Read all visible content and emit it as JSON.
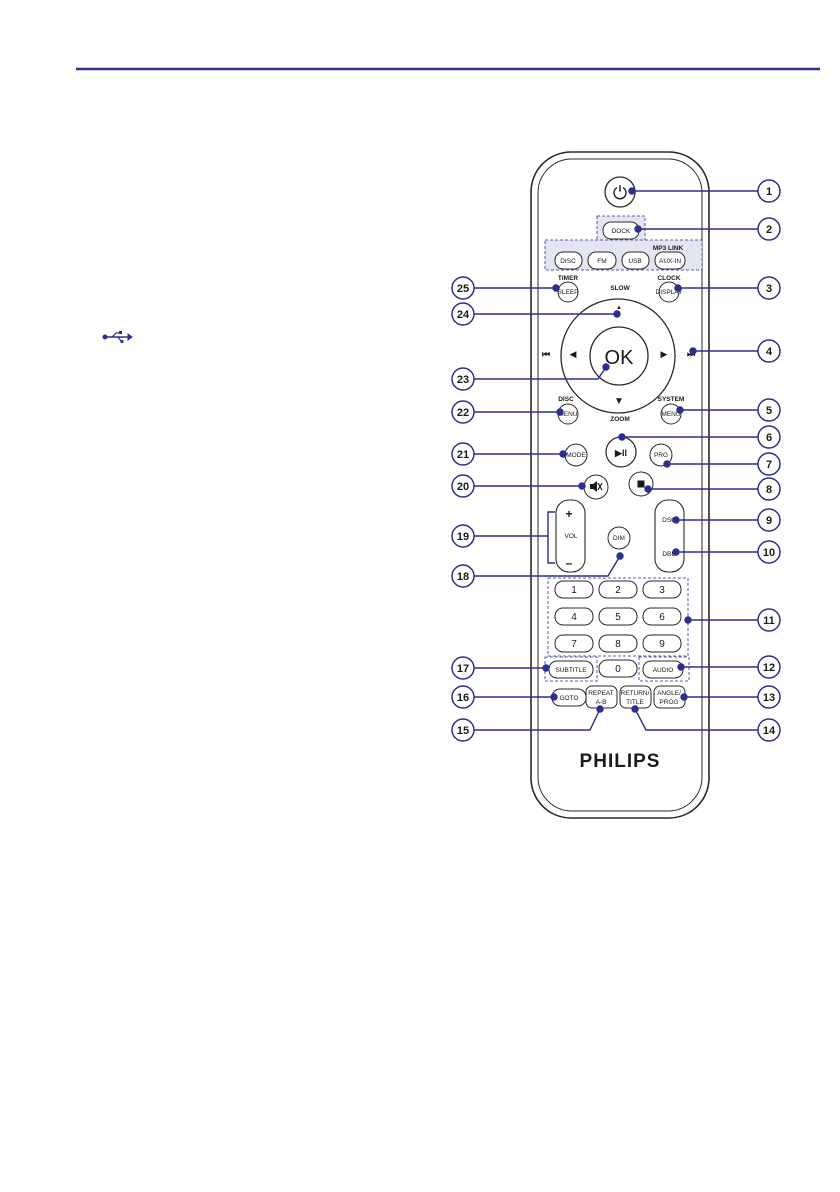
{
  "colors": {
    "accent": "#2b2f8f",
    "remote_outline": "#2a2a2a",
    "highlight": "#e5e5f1"
  },
  "remote": {
    "brand": "PHILIPS",
    "buttons": {
      "power": "⏻",
      "dock": "DOCK",
      "disc": "DISC",
      "fm": "FM",
      "usb": "USB",
      "auxin": "AUX-IN",
      "mp3link": "MP3 LINK",
      "timer": "TIMER",
      "sleep": "SLEEP",
      "clock": "CLOCK",
      "display": "DISPLAY",
      "slow": "SLOW",
      "zoom": "ZOOM",
      "ok": "OK",
      "up": "▲",
      "down": "▼",
      "left": "◀",
      "right": "▶",
      "prev": "⏮",
      "next": "⏭",
      "disc_label": "DISC",
      "disc_menu": "MENU",
      "system_label": "SYSTEM",
      "system_menu": "MENU",
      "mode": "MODE",
      "play_pause": "▶II",
      "prg": "PRG",
      "mute": "🔇",
      "stop": "■",
      "vol_plus": "+",
      "vol": "VOL",
      "vol_minus": "–",
      "dim": "DIM",
      "dsc": "DSC",
      "dbb": "DBB",
      "digits": [
        "1",
        "2",
        "3",
        "4",
        "5",
        "6",
        "7",
        "8",
        "9",
        "0"
      ],
      "subtitle": "SUBTITLE",
      "audio": "AUDIO",
      "goto": "GOTO",
      "repeat": "REPEAT",
      "repeat_ab": "A-B",
      "return": "RETURN/",
      "title": "TITLE",
      "angle": "ANGLE/",
      "prog": "PROG"
    }
  },
  "callouts": [
    "1",
    "2",
    "3",
    "4",
    "5",
    "6",
    "7",
    "8",
    "9",
    "10",
    "11",
    "12",
    "13",
    "14",
    "15",
    "16",
    "17",
    "18",
    "19",
    "20",
    "21",
    "22",
    "23",
    "24",
    "25"
  ],
  "usb_icon": "usb-icon"
}
